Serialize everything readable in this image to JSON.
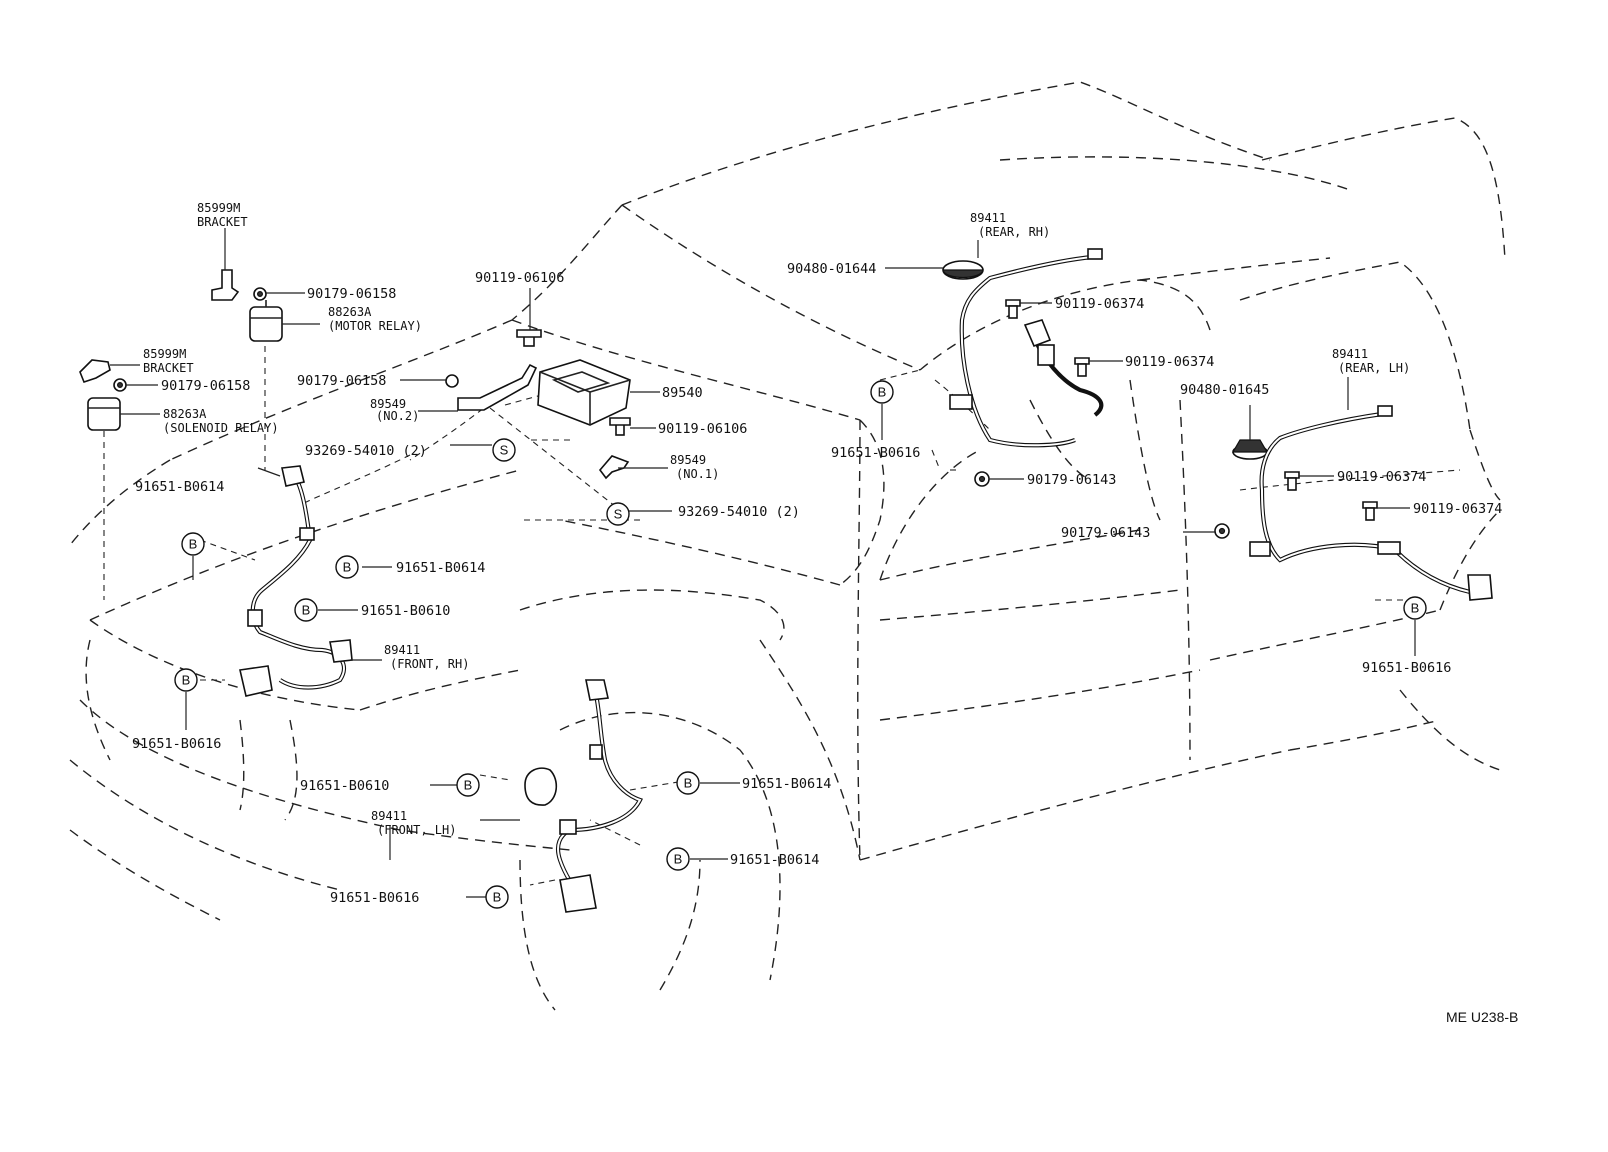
{
  "labels": {
    "bracket_top_pn": "85999M",
    "bracket_top_name": "BRACKET",
    "nut_top": "90179-06158",
    "motor_relay_pn": "88263A",
    "motor_relay_name": "(MOTOR RELAY)",
    "bracket_mid_pn": "85999M",
    "bracket_mid_name": "BRACKET",
    "nut_mid": "90179-06158",
    "solenoid_relay_pn": "88263A",
    "solenoid_relay_name": "(SOLENOID RELAY)",
    "bolt_front_rh": "91651-B0614",
    "bolt_ecu_top": "90119-06106",
    "nut_ecu": "90179-06158",
    "bracket_no2_pn": "89549",
    "bracket_no2_name": "(NO.2)",
    "screw_no2": "93269-54010 (2)",
    "ecu": "89540",
    "bolt_ecu_side": "90119-06106",
    "bracket_no1_pn": "89549",
    "bracket_no1_name": "(NO.1)",
    "screw_no1": "93269-54010 (2)",
    "sensor_rear_rh_pn": "89411",
    "sensor_rear_rh_name": "(REAR, RH)",
    "grommet_rh": "90480-01644",
    "bolt_rear_rh_1": "90119-06374",
    "bolt_rear_rh_2": "90119-06374",
    "bolt_rear_rh_clamp": "91651-B0616",
    "nut_rear_rh": "90179-06143",
    "sensor_rear_lh_pn": "89411",
    "sensor_rear_lh_name": "(REAR, LH)",
    "grommet_lh": "90480-01645",
    "bolt_rear_lh_1": "90119-06374",
    "bolt_rear_lh_2": "90119-06374",
    "nut_rear_lh": "90179-06143",
    "bolt_rear_lh_clamp": "91651-B0616",
    "bolt_front_rh_1": "91651-B0614",
    "bolt_front_rh_2": "91651-B0610",
    "sensor_front_rh_pn": "89411",
    "sensor_front_rh_name": "(FRONT, RH)",
    "bolt_front_rh_3": "91651-B0616",
    "bolt_front_lh_1": "91651-B0610",
    "sensor_front_lh_pn": "89411",
    "sensor_front_lh_name": "(FRONT, LH)",
    "bolt_front_lh_2": "91651-B0614",
    "bolt_front_lh_3": "91651-B0614",
    "bolt_front_lh_4": "91651-B0616",
    "diagram_code": "ME U238-B"
  },
  "symbols": {
    "bolt_marker": "B",
    "screw_marker": "S"
  }
}
